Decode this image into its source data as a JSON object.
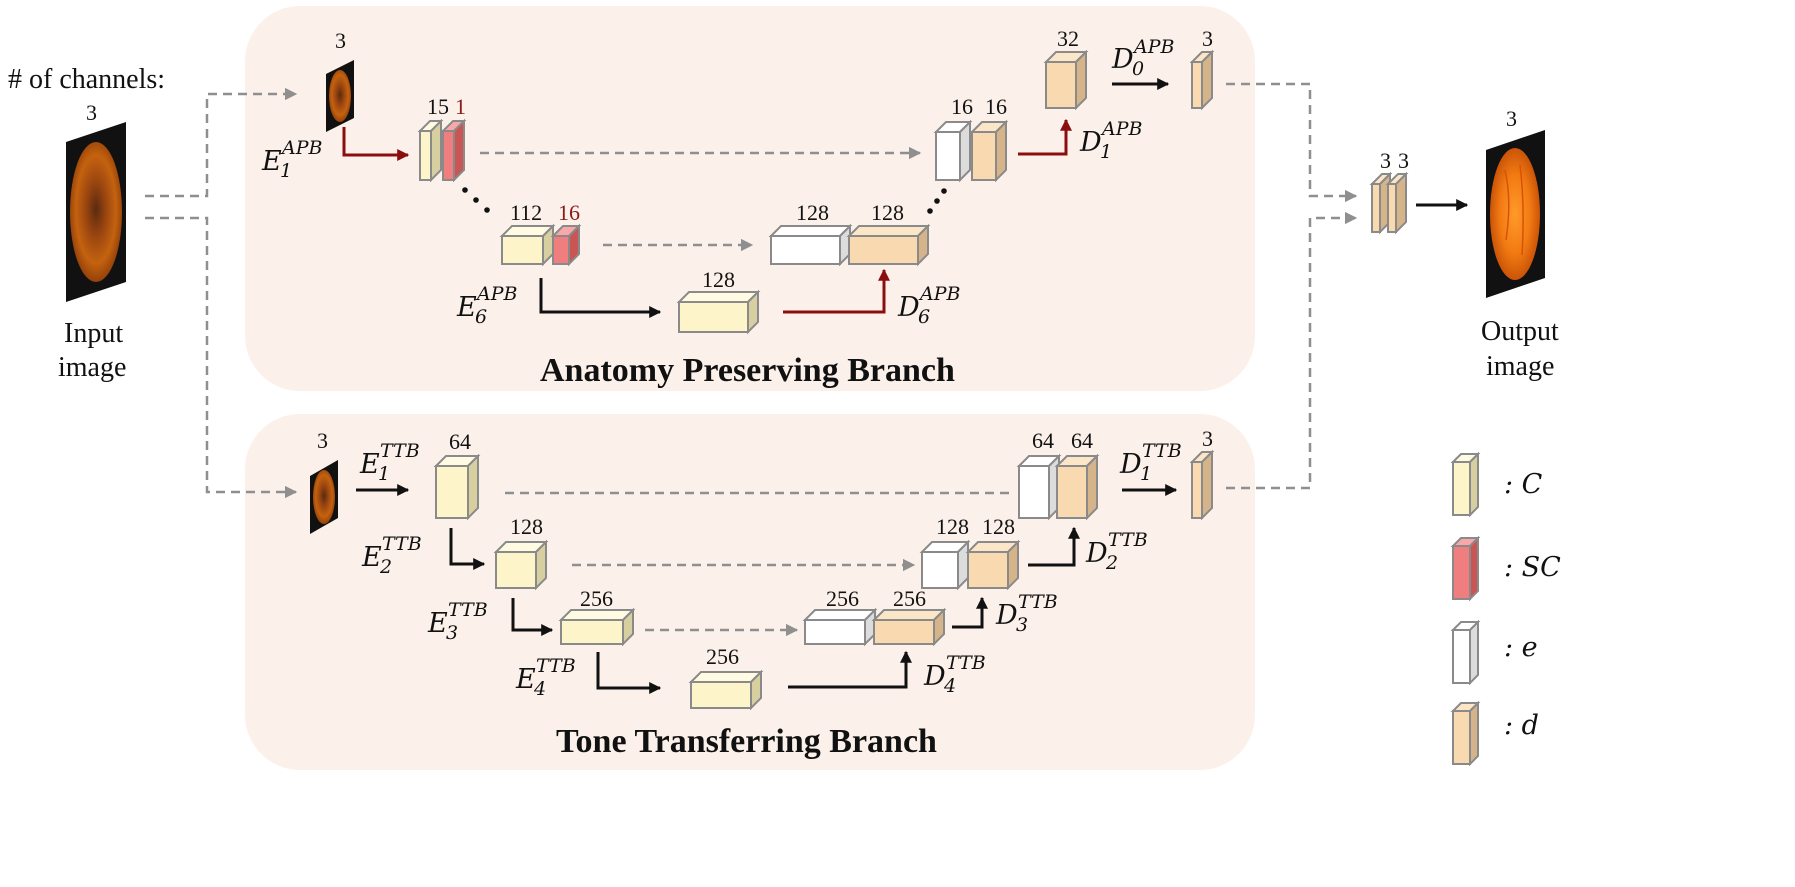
{
  "input": {
    "channels_label": "# of channels:",
    "channels": "3",
    "caption_line1": "Input",
    "caption_line2": "image"
  },
  "output": {
    "channels": "3",
    "caption_line1": "Output",
    "caption_line2": "image"
  },
  "apb": {
    "title": "Anatomy Preserving Branch",
    "input_channels": "3",
    "e1": {
      "c": "15",
      "sc": "1"
    },
    "e6": {
      "c": "112",
      "sc": "16"
    },
    "bottleneck": "128",
    "d6": {
      "e": "128",
      "d": "128"
    },
    "d1": {
      "e": "16",
      "d": "16"
    },
    "d0": "32",
    "out": "3",
    "labels": {
      "E1": {
        "base": "E",
        "sub": "1",
        "sup": "APB"
      },
      "E6": {
        "base": "E",
        "sub": "6",
        "sup": "APB"
      },
      "D6": {
        "base": "D",
        "sub": "6",
        "sup": "APB"
      },
      "D1": {
        "base": "D",
        "sub": "1",
        "sup": "APB"
      },
      "D0": {
        "base": "D",
        "sub": "0",
        "sup": "APB"
      }
    }
  },
  "ttb": {
    "title": "Tone Transferring Branch",
    "input_channels": "3",
    "e1": "64",
    "e2": "128",
    "e3": "256",
    "bottleneck": "256",
    "d3": {
      "e": "256",
      "d": "256"
    },
    "d2": {
      "e": "128",
      "d": "128"
    },
    "d1": {
      "e": "64",
      "d": "64"
    },
    "out": "3",
    "labels": {
      "E1": {
        "base": "E",
        "sub": "1",
        "sup": "TTB"
      },
      "E2": {
        "base": "E",
        "sub": "2",
        "sup": "TTB"
      },
      "E3": {
        "base": "E",
        "sub": "3",
        "sup": "TTB"
      },
      "E4": {
        "base": "E",
        "sub": "4",
        "sup": "TTB"
      },
      "D4": {
        "base": "D",
        "sub": "4",
        "sup": "TTB"
      },
      "D3": {
        "base": "D",
        "sub": "3",
        "sup": "TTB"
      },
      "D2": {
        "base": "D",
        "sub": "2",
        "sup": "TTB"
      },
      "D1": {
        "base": "D",
        "sub": "1",
        "sup": "TTB"
      }
    }
  },
  "fusion": {
    "a": "3",
    "b": "3"
  },
  "legend": [
    {
      "symbol": ": C",
      "color": "#fdf5c9"
    },
    {
      "symbol": ": SC",
      "color": "#f07e7e"
    },
    {
      "symbol": ": e",
      "color": "#ffffff"
    },
    {
      "symbol": ": d",
      "color": "#f9d9b0"
    }
  ],
  "colors": {
    "panel": "#fbf1ea",
    "conv": "#fdf5c9",
    "skip": "#f07e7e",
    "enc": "#ffffff",
    "dec": "#f9d9b0",
    "dark_red_arrow": "#8b0e0e",
    "dashed": "#8f8f8f"
  }
}
